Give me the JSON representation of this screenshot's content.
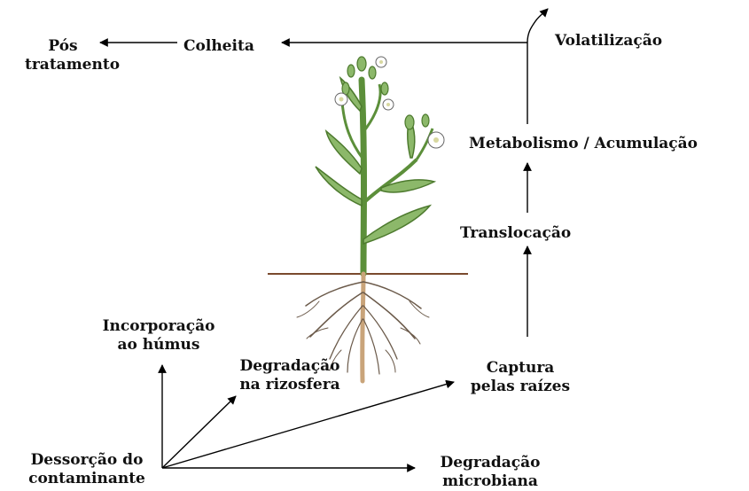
{
  "diagram": {
    "labels": {
      "pos_tratamento": [
        "Pós",
        "tratamento"
      ],
      "colheita": "Colheita",
      "volatilizacao": "Volatilização",
      "metabolismo": "Metabolismo / Acumulação",
      "translocacao": "Translocação",
      "incorporacao": [
        "Incorporação",
        "ao húmus"
      ],
      "degradacao_rizosfera": [
        "Degradação",
        "na rizosfera"
      ],
      "captura": [
        "Captura",
        "pelas raízes"
      ],
      "dessorcao": [
        "Dessorção do",
        "contaminante"
      ],
      "degradacao_microbiana": [
        "Degradação",
        "microbiana"
      ]
    },
    "colors": {
      "text": "#111111",
      "arrow": "#000000",
      "soil_line": "#7a4a2e",
      "stem": "#5c8f3a",
      "leaf": "#8cb86a",
      "leaf_dark": "#4d7a2e",
      "flower": "#ffffff",
      "root": "#6b5a4a",
      "taproot": "#c9a47a"
    },
    "icons": [
      "plant-illustration",
      "root-system"
    ]
  }
}
